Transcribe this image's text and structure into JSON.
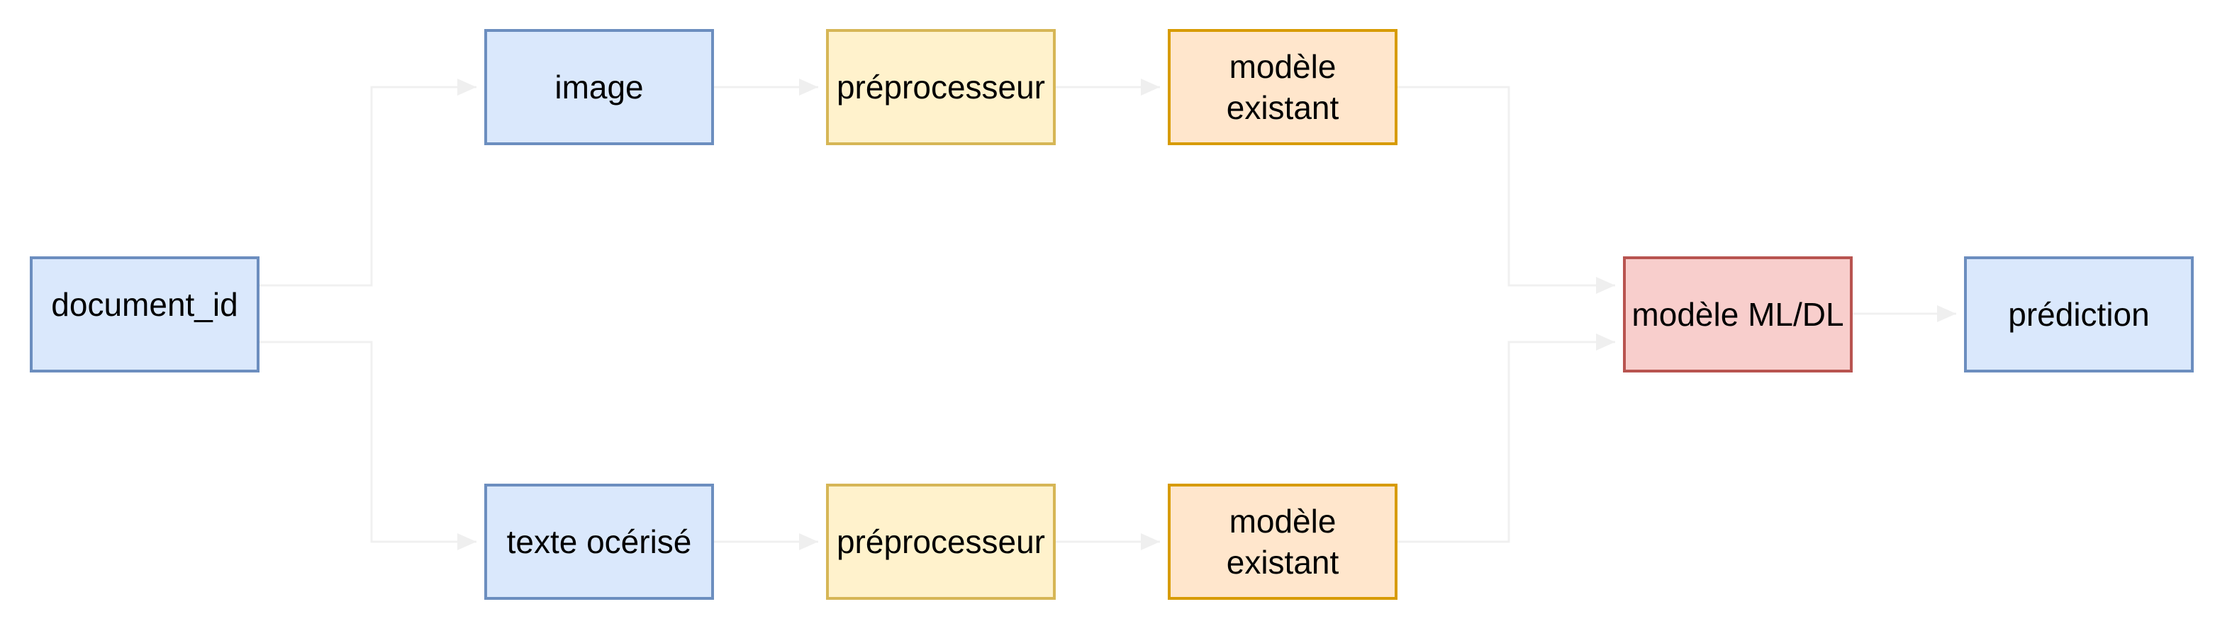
{
  "diagram": {
    "nodes": {
      "document_id": {
        "label": "document_id",
        "color": "#dae8fc",
        "stroke": "#6c8ebf"
      },
      "image": {
        "label": "image",
        "color": "#dae8fc",
        "stroke": "#6c8ebf"
      },
      "texte_ocerise": {
        "label": "texte océrisé",
        "color": "#dae8fc",
        "stroke": "#6c8ebf"
      },
      "preprocesseur_image": {
        "label": "préprocesseur",
        "color": "#fff2cc",
        "stroke": "#d6b656"
      },
      "preprocesseur_texte": {
        "label": "préprocesseur",
        "color": "#fff2cc",
        "stroke": "#d6b656"
      },
      "modele_existant_image": {
        "label_line1": "modèle",
        "label_line2": "existant",
        "color": "#ffe6cc",
        "stroke": "#d79b00"
      },
      "modele_existant_texte": {
        "label_line1": "modèle",
        "label_line2": "existant",
        "color": "#ffe6cc",
        "stroke": "#d79b00"
      },
      "modele_ml_dl": {
        "label": "modèle ML/DL",
        "color": "#f8cecc",
        "stroke": "#b85450"
      },
      "prediction": {
        "label": "prédiction",
        "color": "#dae8fc",
        "stroke": "#6c8ebf"
      }
    },
    "edges": [
      {
        "from": "document_id",
        "to": "image"
      },
      {
        "from": "document_id",
        "to": "texte_ocerise"
      },
      {
        "from": "image",
        "to": "preprocesseur_image"
      },
      {
        "from": "texte_ocerise",
        "to": "preprocesseur_texte"
      },
      {
        "from": "preprocesseur_image",
        "to": "modele_existant_image"
      },
      {
        "from": "preprocesseur_texte",
        "to": "modele_existant_texte"
      },
      {
        "from": "modele_existant_image",
        "to": "modele_ml_dl"
      },
      {
        "from": "modele_existant_texte",
        "to": "modele_ml_dl"
      },
      {
        "from": "modele_ml_dl",
        "to": "prediction"
      }
    ],
    "edge_color": "#f5f5f5"
  }
}
